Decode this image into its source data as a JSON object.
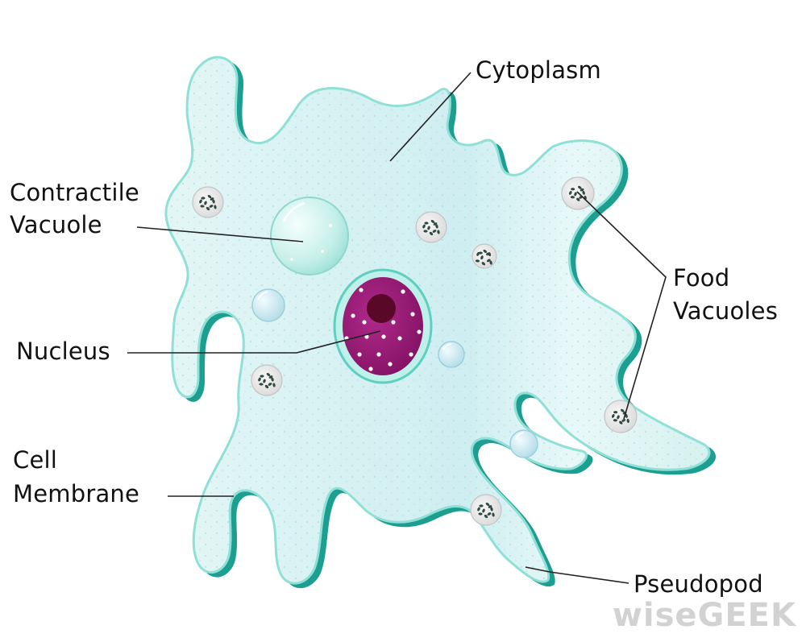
{
  "labels": {
    "cytoplasm": "Cytoplasm",
    "contractile_line1": "Contractile",
    "contractile_line2": "Vacuole",
    "food_line1": "Food",
    "food_line2": "Vacuoles",
    "nucleus": "Nucleus",
    "cell_line1": "Cell",
    "cell_line2": "Membrane",
    "pseudopod": "Pseudopod"
  },
  "watermark": "wiseGEEK",
  "colors": {
    "cell_fill": "#dff5f4",
    "membrane": "#1c9e90",
    "membrane_light": "#8fe0d6",
    "nucleus_fill": "#9c1a78",
    "nucleolus": "#5a0828",
    "contractile_vacuole": "#c9f0ec",
    "food_vacuole": "#e6e6e6",
    "food_particles": "#2f4a40",
    "leader_lines": "#222222",
    "text": "#111111",
    "watermark": "#d2d2d2"
  }
}
